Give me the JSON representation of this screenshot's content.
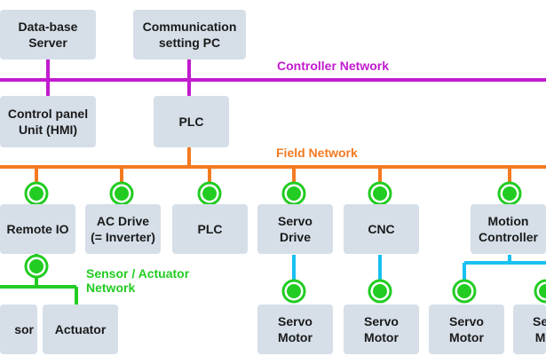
{
  "colors": {
    "controller_network": "#c21bcf",
    "field_network": "#f47a20",
    "sensor_network": "#22cc22",
    "servo_link": "#19c0f0",
    "node_fill": "#d6dfe8"
  },
  "networks": {
    "controller": "Controller Network",
    "field": "Field Network",
    "sensor": "Sensor / Actuator\nNetwork"
  },
  "nodes": {
    "database_server": "Data-base\nServer",
    "comm_pc": "Communication\nsetting PC",
    "hmi": "Control panel\nUnit (HMI)",
    "plc_top": "PLC",
    "remote_io": "Remote IO",
    "ac_drive": "AC Drive\n(= Inverter)",
    "plc_field": "PLC",
    "servo_drive": "Servo\nDrive",
    "cnc": "CNC",
    "motion_controller": "Motion\nController",
    "sensor": "sor",
    "actuator": "Actuator",
    "servo_motor_1": "Servo\nMotor",
    "servo_motor_2": "Servo\nMotor",
    "servo_motor_3": "Servo\nMotor",
    "servo_motor_4": "Se\nM"
  }
}
